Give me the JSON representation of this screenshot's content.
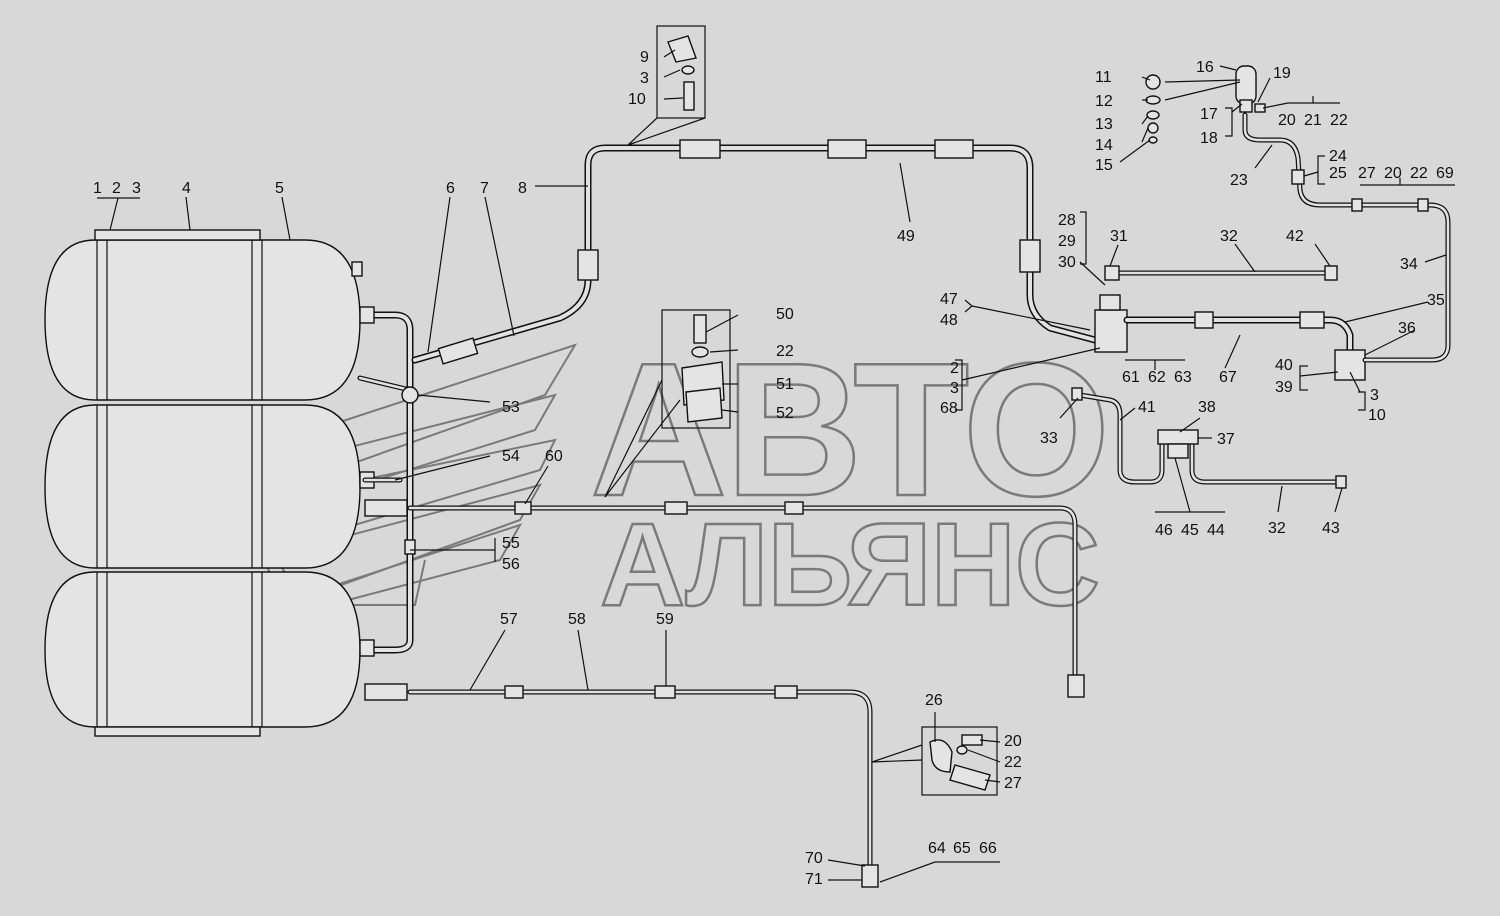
{
  "watermark": {
    "line1": "АВТО",
    "line2": "АЛЬЯНС"
  },
  "callouts": [
    {
      "id": "c1",
      "text": "1"
    },
    {
      "id": "c2",
      "text": "2"
    },
    {
      "id": "c3",
      "text": "3"
    },
    {
      "id": "c4",
      "text": "4"
    },
    {
      "id": "c5",
      "text": "5"
    },
    {
      "id": "c6",
      "text": "6"
    },
    {
      "id": "c7",
      "text": "7"
    },
    {
      "id": "c8",
      "text": "8"
    },
    {
      "id": "c9",
      "text": "9"
    },
    {
      "id": "c3b",
      "text": "3"
    },
    {
      "id": "c10",
      "text": "10"
    },
    {
      "id": "c49",
      "text": "49"
    },
    {
      "id": "c11",
      "text": "11"
    },
    {
      "id": "c12",
      "text": "12"
    },
    {
      "id": "c13",
      "text": "13"
    },
    {
      "id": "c14",
      "text": "14"
    },
    {
      "id": "c15",
      "text": "15"
    },
    {
      "id": "c16",
      "text": "16"
    },
    {
      "id": "c19",
      "text": "19"
    },
    {
      "id": "c17",
      "text": "17"
    },
    {
      "id": "c18",
      "text": "18"
    },
    {
      "id": "c20",
      "text": "20"
    },
    {
      "id": "c21",
      "text": "21"
    },
    {
      "id": "c22",
      "text": "22"
    },
    {
      "id": "c23",
      "text": "23"
    },
    {
      "id": "c24",
      "text": "24"
    },
    {
      "id": "c25",
      "text": "25"
    },
    {
      "id": "c27",
      "text": "27"
    },
    {
      "id": "c20b",
      "text": "20"
    },
    {
      "id": "c22b",
      "text": "22"
    },
    {
      "id": "c69",
      "text": "69"
    },
    {
      "id": "c28",
      "text": "28"
    },
    {
      "id": "c29",
      "text": "29"
    },
    {
      "id": "c30",
      "text": "30"
    },
    {
      "id": "c31",
      "text": "31"
    },
    {
      "id": "c32",
      "text": "32"
    },
    {
      "id": "c42",
      "text": "42"
    },
    {
      "id": "c34",
      "text": "34"
    },
    {
      "id": "c47",
      "text": "47"
    },
    {
      "id": "c48",
      "text": "48"
    },
    {
      "id": "c35",
      "text": "35"
    },
    {
      "id": "c36",
      "text": "36"
    },
    {
      "id": "c50",
      "text": "50"
    },
    {
      "id": "c22c",
      "text": "22"
    },
    {
      "id": "c51",
      "text": "51"
    },
    {
      "id": "c52",
      "text": "52"
    },
    {
      "id": "c53",
      "text": "53"
    },
    {
      "id": "c2b",
      "text": "2"
    },
    {
      "id": "c3c",
      "text": "3"
    },
    {
      "id": "c68",
      "text": "68"
    },
    {
      "id": "c61",
      "text": "61"
    },
    {
      "id": "c62",
      "text": "62"
    },
    {
      "id": "c63",
      "text": "63"
    },
    {
      "id": "c67",
      "text": "67"
    },
    {
      "id": "c40",
      "text": "40"
    },
    {
      "id": "c39",
      "text": "39"
    },
    {
      "id": "c3d",
      "text": "3"
    },
    {
      "id": "c10b",
      "text": "10"
    },
    {
      "id": "c41",
      "text": "41"
    },
    {
      "id": "c38",
      "text": "38"
    },
    {
      "id": "c37",
      "text": "37"
    },
    {
      "id": "c33",
      "text": "33"
    },
    {
      "id": "c54",
      "text": "54"
    },
    {
      "id": "c60",
      "text": "60"
    },
    {
      "id": "c55",
      "text": "55"
    },
    {
      "id": "c56",
      "text": "56"
    },
    {
      "id": "c46",
      "text": "46"
    },
    {
      "id": "c45",
      "text": "45"
    },
    {
      "id": "c44",
      "text": "44"
    },
    {
      "id": "c32b",
      "text": "32"
    },
    {
      "id": "c43",
      "text": "43"
    },
    {
      "id": "c57",
      "text": "57"
    },
    {
      "id": "c58",
      "text": "58"
    },
    {
      "id": "c59",
      "text": "59"
    },
    {
      "id": "c26",
      "text": "26"
    },
    {
      "id": "c20c",
      "text": "20"
    },
    {
      "id": "c22d",
      "text": "22"
    },
    {
      "id": "c27b",
      "text": "27"
    },
    {
      "id": "c70",
      "text": "70"
    },
    {
      "id": "c71",
      "text": "71"
    },
    {
      "id": "c64",
      "text": "64"
    },
    {
      "id": "c65",
      "text": "65"
    },
    {
      "id": "c66",
      "text": "66"
    }
  ]
}
